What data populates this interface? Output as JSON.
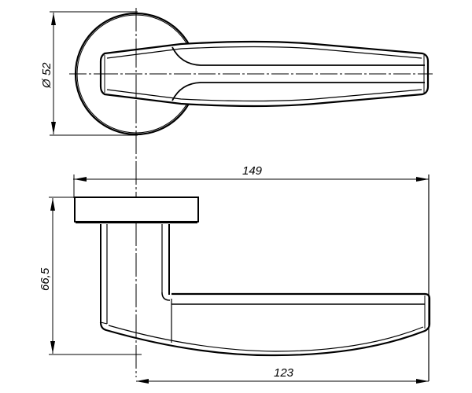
{
  "drawing": {
    "subject": "Door handle on round rosette — technical drawing",
    "views": [
      "front-view",
      "top-view"
    ],
    "dimensions": {
      "rosette_diameter": "Ø 52",
      "rosette_diameter_symbol": "Ø",
      "rosette_diameter_value": "52",
      "overall_length": "149",
      "lever_length": "123",
      "height": "66,5"
    },
    "colors": {
      "line": "#000000",
      "background": "#ffffff"
    }
  }
}
